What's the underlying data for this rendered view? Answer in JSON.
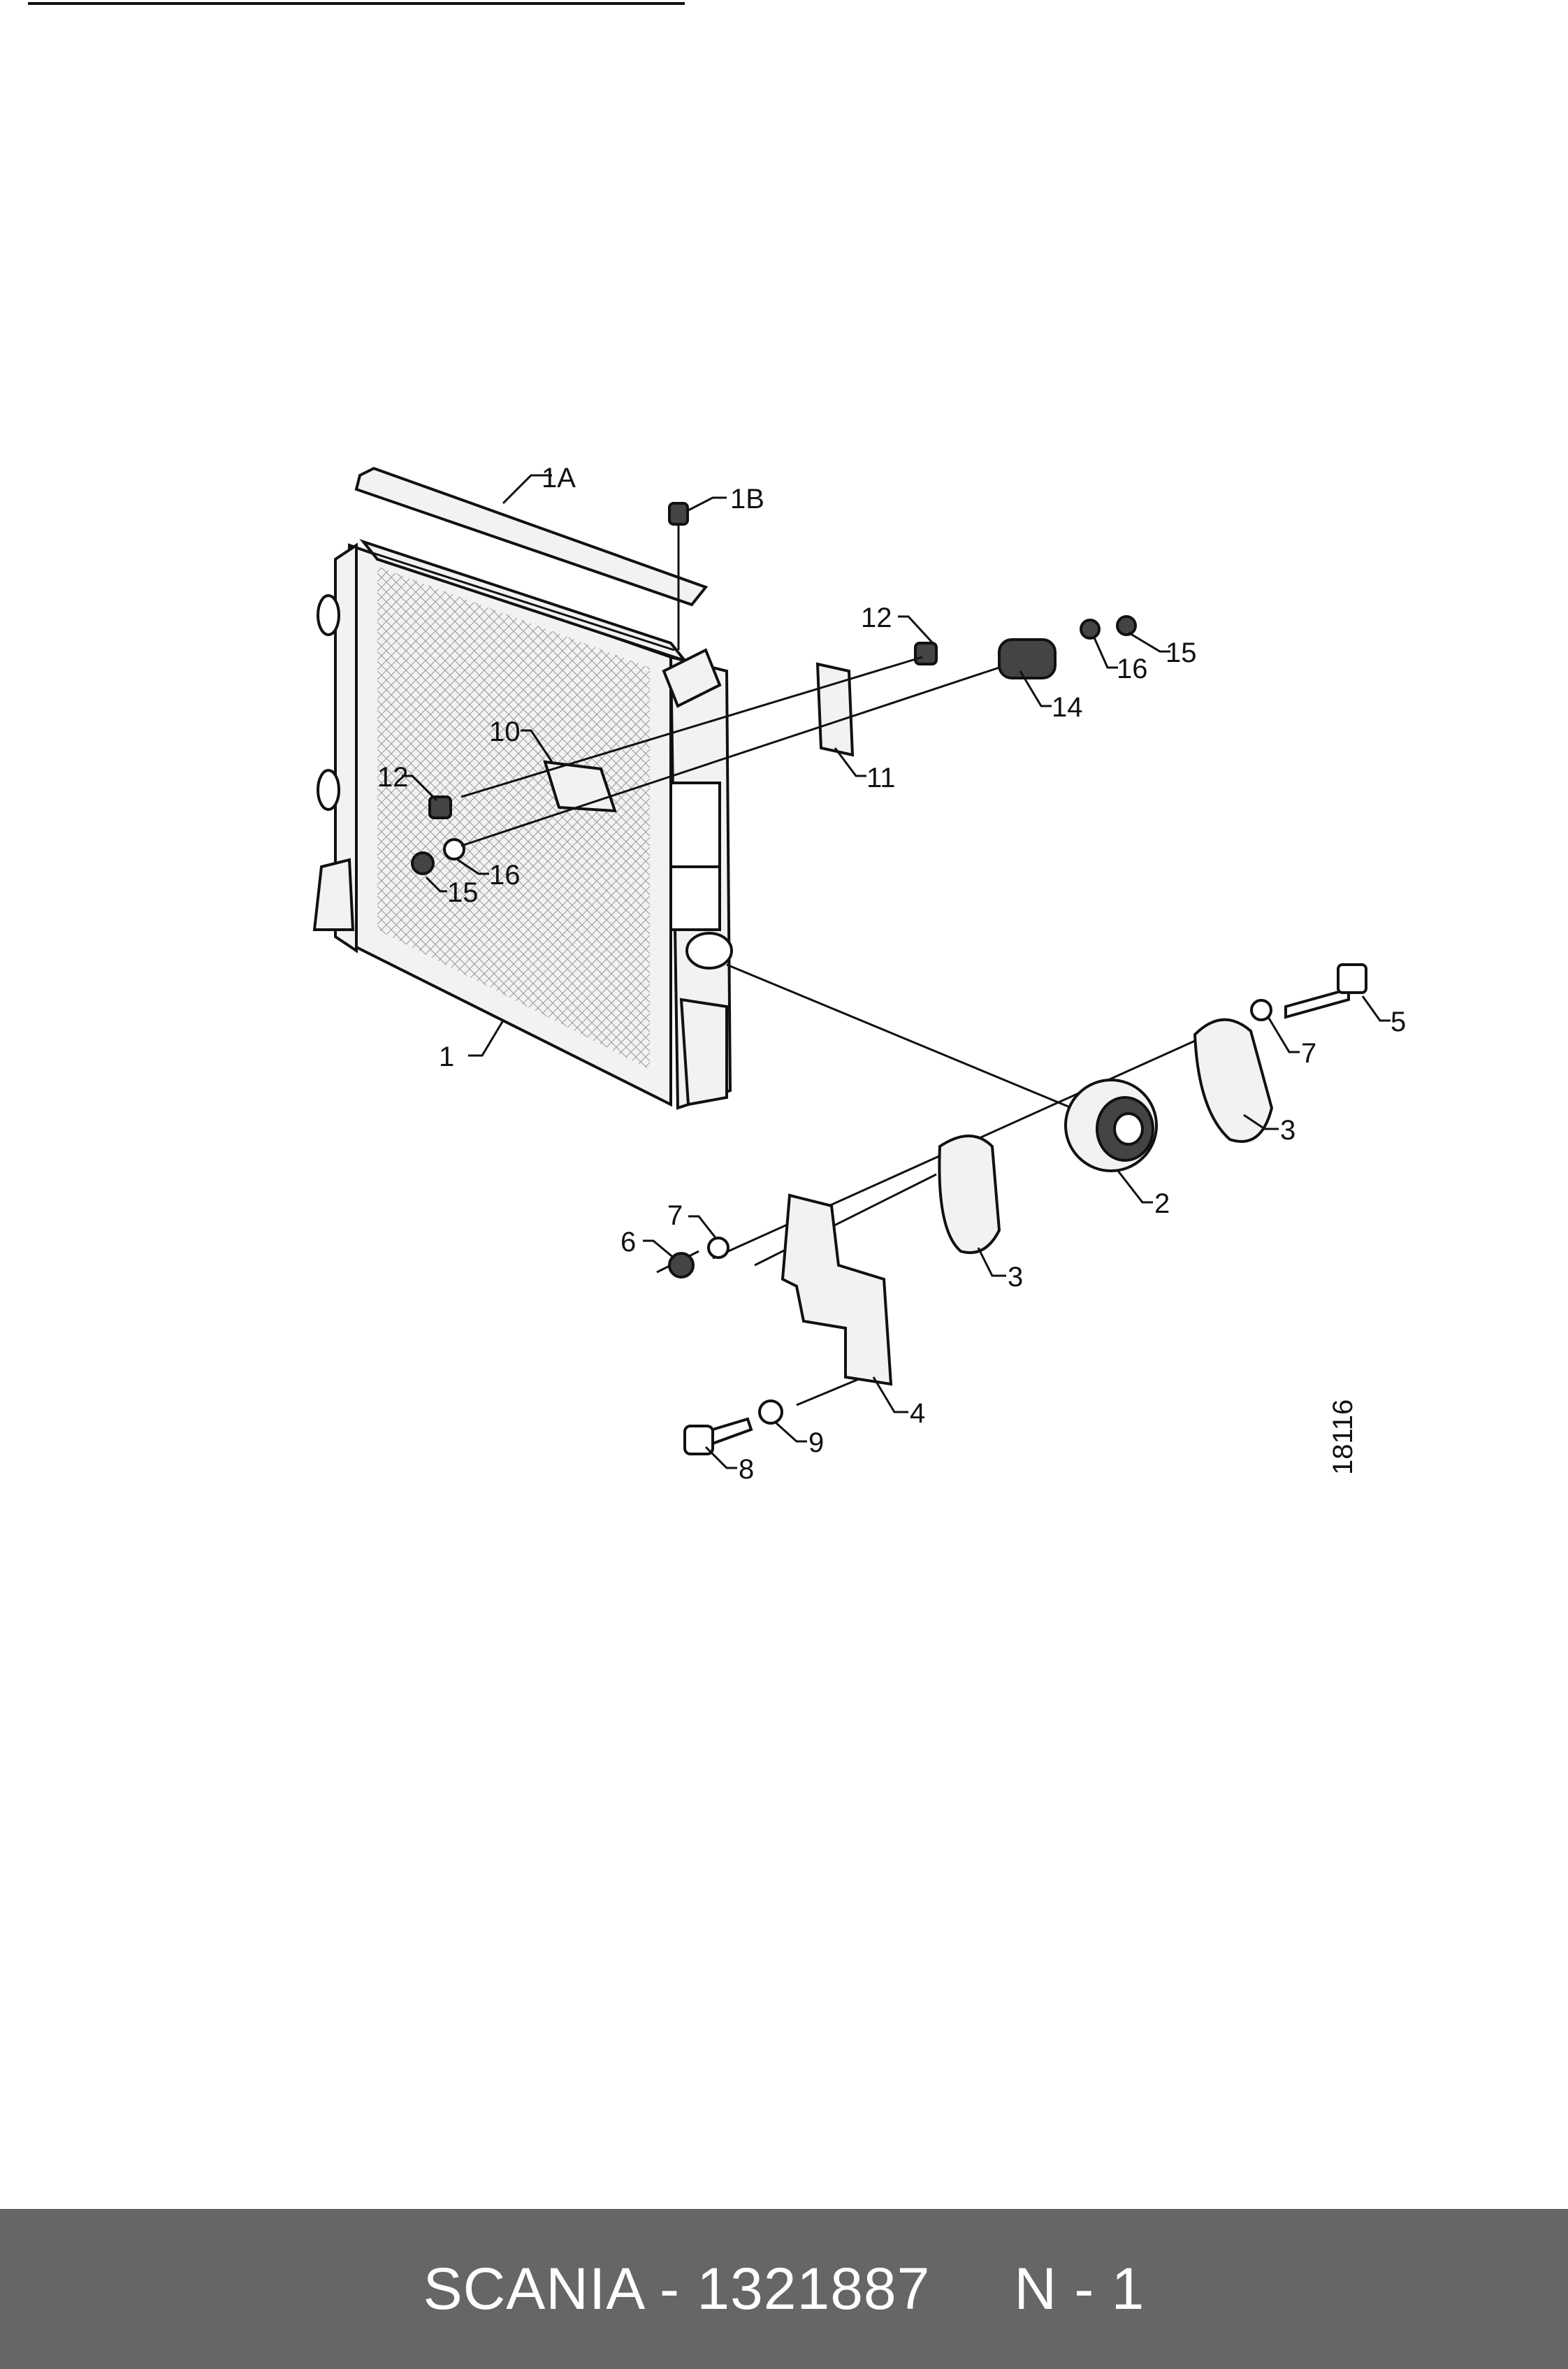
{
  "diagram": {
    "drawing_number": "18116",
    "callouts": {
      "c1A": "1A",
      "c1B": "1B",
      "c1": "1",
      "c2": "2",
      "c3a": "3",
      "c3b": "3",
      "c4": "4",
      "c5": "5",
      "c6": "6",
      "c7a": "7",
      "c7b": "7",
      "c8": "8",
      "c9": "9",
      "c10": "10",
      "c11": "11",
      "c12a": "12",
      "c12b": "12",
      "c14": "14",
      "c15a": "15",
      "c15b": "15",
      "c16a": "16",
      "c16b": "16"
    }
  },
  "footer": {
    "brand_part": "SCANIA - 1321887",
    "position": "N - 1"
  }
}
